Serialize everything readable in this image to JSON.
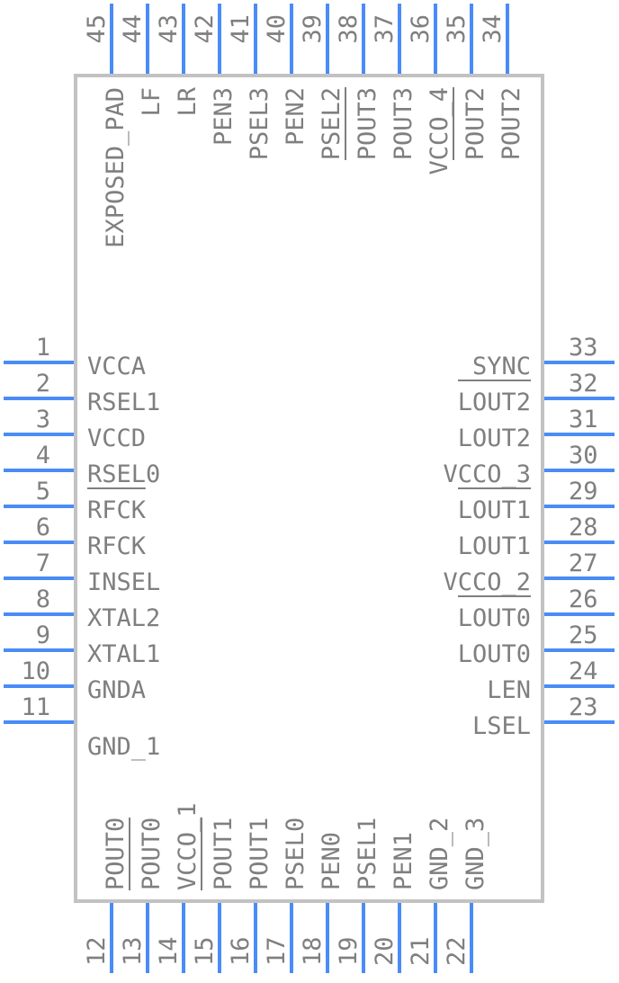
{
  "colors": {
    "body_outline": "#c2c2c2",
    "pin_line": "#4a8cf7",
    "text": "#7f7f7f",
    "background": "#ffffff"
  },
  "left_pins": [
    {
      "number": "1",
      "name": "VCCA",
      "overbar": false
    },
    {
      "number": "2",
      "name": "RSEL1",
      "overbar": false
    },
    {
      "number": "3",
      "name": "VCCD",
      "overbar": false
    },
    {
      "number": "4",
      "name": "RSEL0",
      "overbar": false
    },
    {
      "number": "5",
      "name": "RFCK",
      "overbar": true
    },
    {
      "number": "6",
      "name": "RFCK",
      "overbar": false
    },
    {
      "number": "7",
      "name": "INSEL",
      "overbar": false
    },
    {
      "number": "8",
      "name": "XTAL2",
      "overbar": false
    },
    {
      "number": "9",
      "name": "XTAL1",
      "overbar": false
    },
    {
      "number": "10",
      "name": "GNDA",
      "overbar": false
    },
    {
      "number": "11",
      "name": "GND_1",
      "overbar": false
    }
  ],
  "right_pins": [
    {
      "number": "33",
      "name": "SYNC",
      "overbar": false
    },
    {
      "number": "32",
      "name": "LOUT2",
      "overbar": true
    },
    {
      "number": "31",
      "name": "LOUT2",
      "overbar": false
    },
    {
      "number": "30",
      "name": "VCCO_3",
      "overbar": false
    },
    {
      "number": "29",
      "name": "LOUT1",
      "overbar": true
    },
    {
      "number": "28",
      "name": "LOUT1",
      "overbar": false
    },
    {
      "number": "27",
      "name": "VCCO_2",
      "overbar": false
    },
    {
      "number": "26",
      "name": "LOUT0",
      "overbar": true
    },
    {
      "number": "25",
      "name": "LOUT0",
      "overbar": false
    },
    {
      "number": "24",
      "name": "LEN",
      "overbar": false
    },
    {
      "number": "23",
      "name": "LSEL",
      "overbar": false
    }
  ],
  "top_pins": [
    {
      "number": "45",
      "name": "EXPOSED_PAD",
      "overbar": false
    },
    {
      "number": "44",
      "name": "LF",
      "overbar": false
    },
    {
      "number": "43",
      "name": "LR",
      "overbar": false
    },
    {
      "number": "42",
      "name": "PEN3",
      "overbar": false
    },
    {
      "number": "41",
      "name": "PSEL3",
      "overbar": false
    },
    {
      "number": "40",
      "name": "PEN2",
      "overbar": false
    },
    {
      "number": "39",
      "name": "PSEL2",
      "overbar": false
    },
    {
      "number": "38",
      "name": "POUT3",
      "overbar": true
    },
    {
      "number": "37",
      "name": "POUT3",
      "overbar": false
    },
    {
      "number": "36",
      "name": "VCCO_4",
      "overbar": false
    },
    {
      "number": "35",
      "name": "POUT2",
      "overbar": true
    },
    {
      "number": "34",
      "name": "POUT2",
      "overbar": false
    }
  ],
  "bottom_pins": [
    {
      "number": "12",
      "name": "POUT0",
      "overbar": false
    },
    {
      "number": "13",
      "name": "POUT0",
      "overbar": true
    },
    {
      "number": "14",
      "name": "VCCO_1",
      "overbar": false
    },
    {
      "number": "15",
      "name": "POUT1",
      "overbar": true
    },
    {
      "number": "16",
      "name": "POUT1",
      "overbar": false
    },
    {
      "number": "17",
      "name": "PSEL0",
      "overbar": false
    },
    {
      "number": "18",
      "name": "PEN0",
      "overbar": false
    },
    {
      "number": "19",
      "name": "PSEL1",
      "overbar": false
    },
    {
      "number": "20",
      "name": "PEN1",
      "overbar": false
    },
    {
      "number": "21",
      "name": "GND_2",
      "overbar": false
    },
    {
      "number": "22",
      "name": "GND_3",
      "overbar": false
    }
  ]
}
